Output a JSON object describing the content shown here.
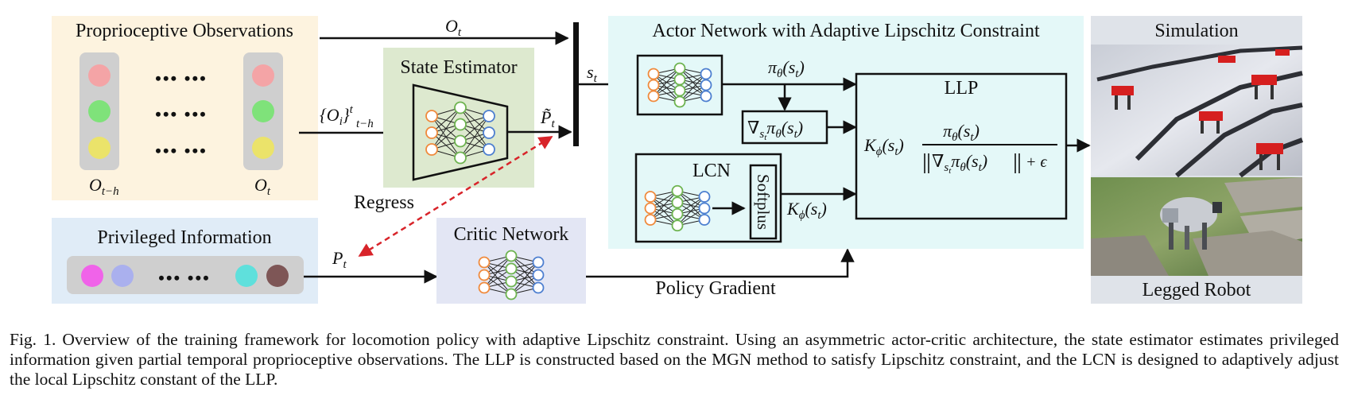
{
  "labels": {
    "proprio_title": "Proprioceptive Observations",
    "state_estimator": "State Estimator",
    "regress": "Regress",
    "privileged_title": "Privileged Information",
    "critic_network": "Critic Network",
    "policy_gradient": "Policy Gradient",
    "actor_title": "Actor Network with Adaptive Lipschitz Constraint",
    "llp": "LLP",
    "lcn": "LCN",
    "softplus": "Softplus",
    "simulation": "Simulation",
    "legged_robot": "Legged Robot"
  },
  "math": {
    "o_t": "O",
    "o_t_sub": "t",
    "o_th": "O",
    "o_th_sub": "t−h",
    "o_hist": "{O",
    "o_hist_sub": "i",
    "o_hist_close": "}",
    "o_hist_sup": "t",
    "o_hist_lower": "t−h",
    "s": "s",
    "s_sub": "t",
    "p_tilde": "P̃",
    "p_tilde_sub": "t",
    "p": "P",
    "p_sub": "t",
    "pi_theta": "π",
    "pi_theta_sub": "θ",
    "pi_arg": "(s",
    "pi_arg_sub": "t",
    "pi_close": ")",
    "grad": "∇",
    "k_phi": "K",
    "k_phi_sub": "ϕ",
    "eps": "+ ϵ"
  },
  "dots": "••• •••",
  "caption": {
    "label": "Fig. 1.",
    "text": "Overview of the training framework for locomotion policy with adaptive Lipschitz constraint. Using an asymmetric actor-critic architecture, the state estimator estimates privileged information given partial temporal proprioceptive observations. The LLP is constructed based on the MGN method to satisfy Lipschitz constraint, and the LCN is designed to adaptively adjust the local Lipschitz constant of the LLP."
  },
  "colors": {
    "proprio_bg": "#fdf3df",
    "estimator_bg": "#dde9cf",
    "privileged_bg": "#e0ecf7",
    "critic_bg": "#e3e6f4",
    "actor_bg": "#e4f8f8",
    "sim_bg": "#dfe3e9",
    "dot_red": "#f4a4a6",
    "dot_green": "#7fe27a",
    "dot_yellow": "#ebe36a",
    "dot_magenta": "#f063e9",
    "dot_lavender": "#aab0ee",
    "dot_cyan": "#5fe0dc",
    "dot_brown": "#7e5656",
    "node_orange": "#f08a3c",
    "node_green": "#6db34f",
    "node_blue": "#4d7fd0",
    "regress_red": "#d8242a"
  }
}
